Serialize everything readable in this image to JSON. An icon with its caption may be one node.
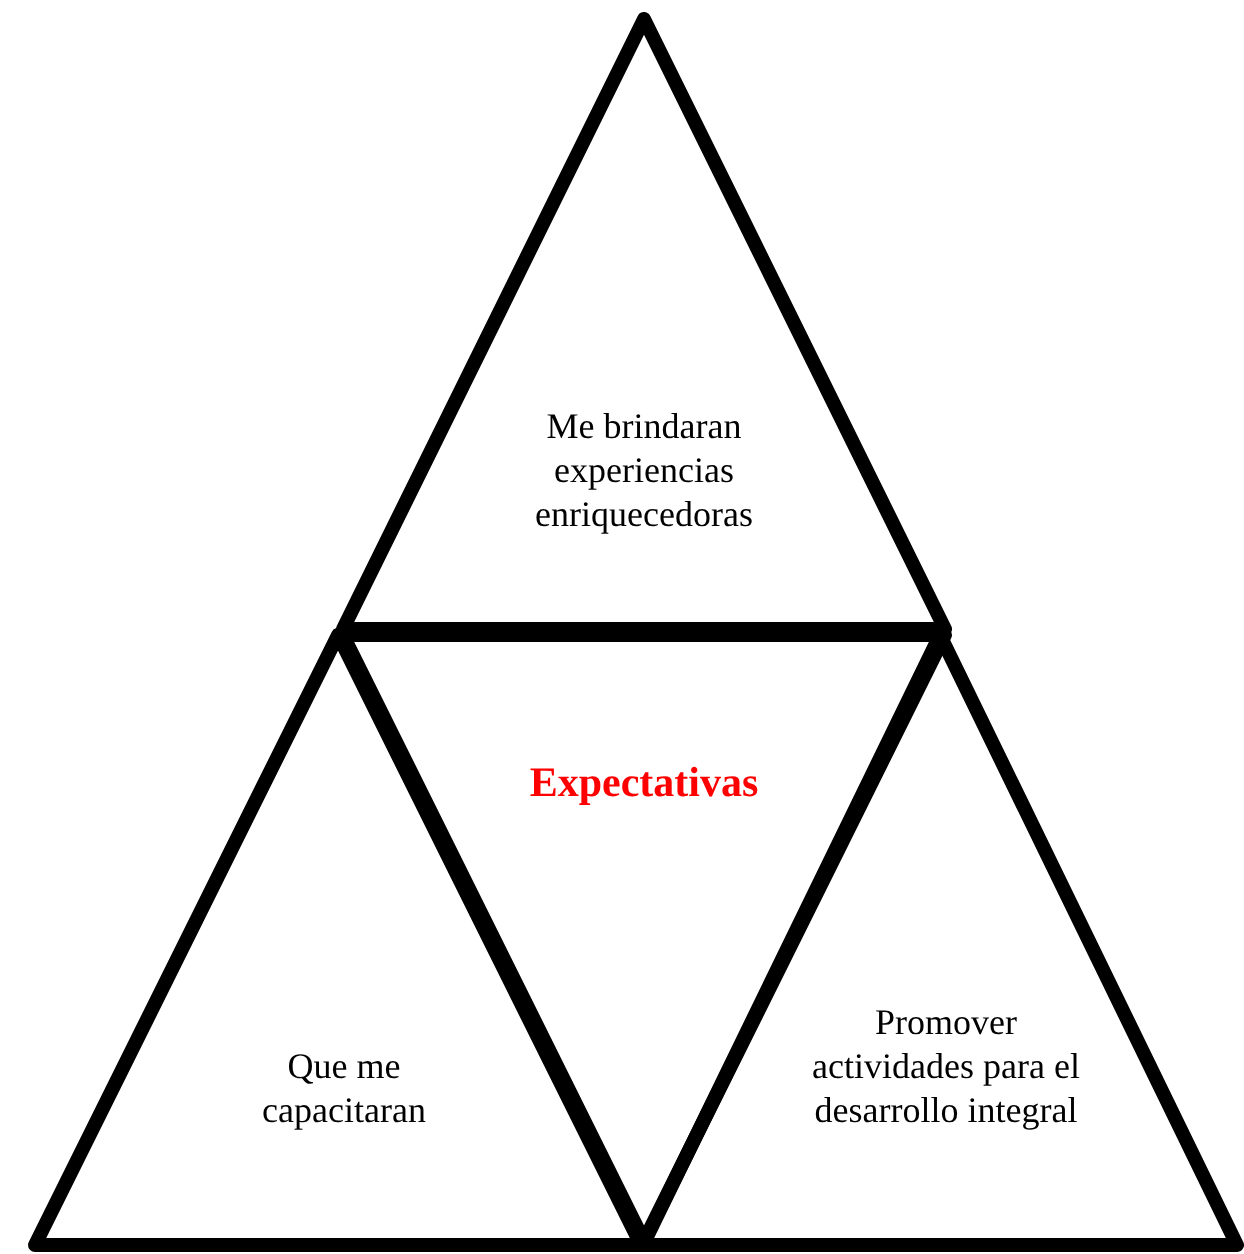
{
  "diagram": {
    "nodes": [
      {
        "text": [
          "Me brindaran experiencias enriquecedoras"
        ]
      },
      {
        "text": [
          "Expectativas"
        ]
      },
      {
        "text": [
          "Que me capacitaran"
        ]
      },
      {
        "text": [
          "Promover actividades para el desarrollo integral"
        ]
      }
    ]
  }
}
